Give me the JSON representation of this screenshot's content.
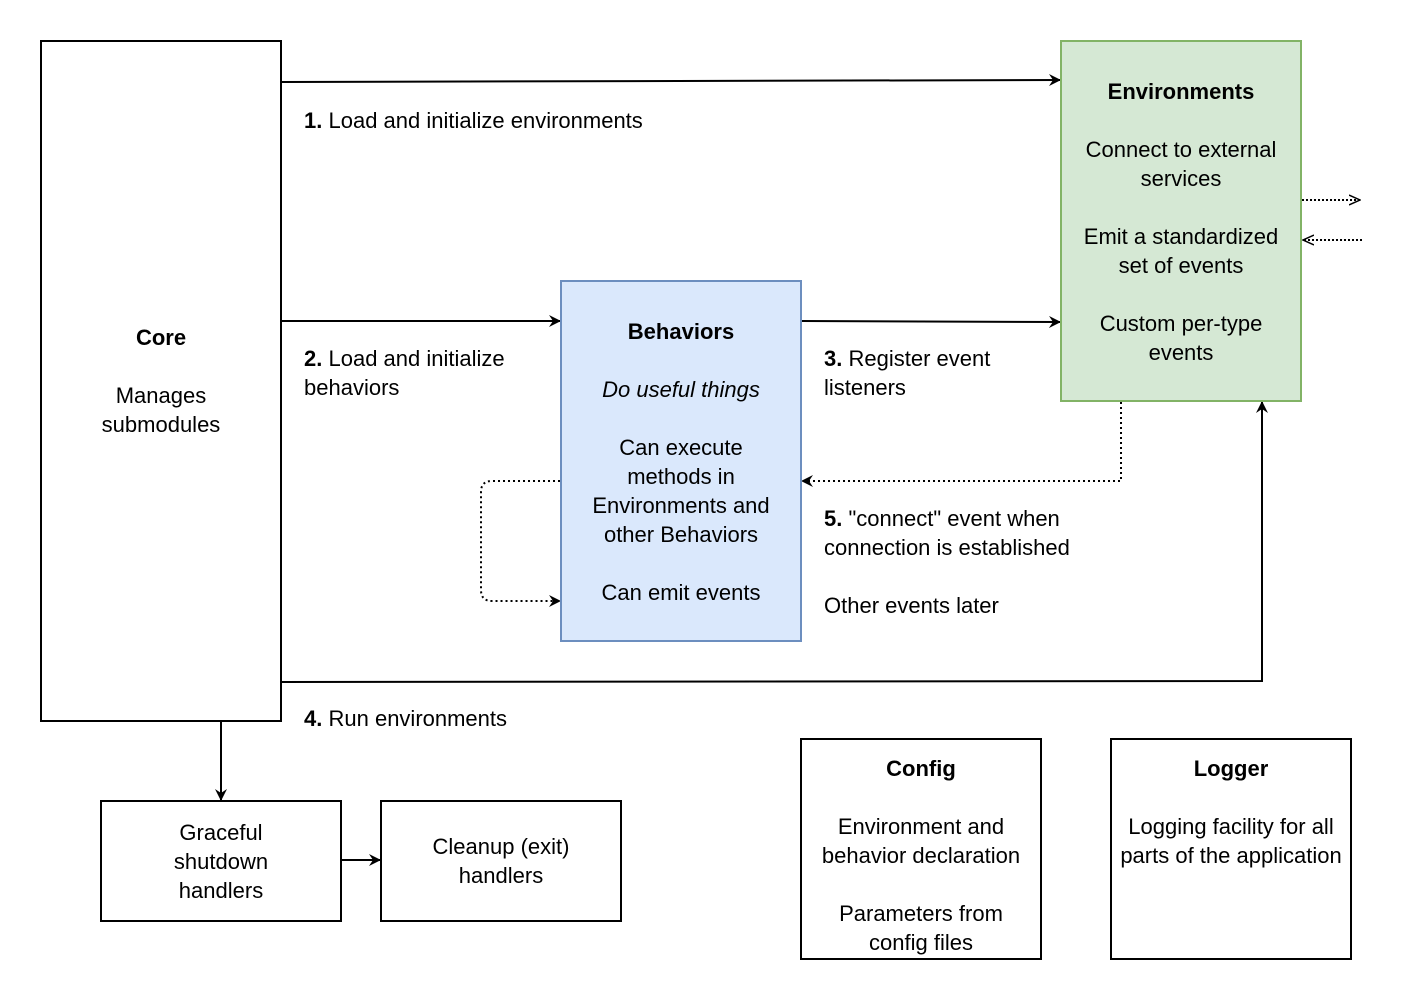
{
  "nodes": {
    "core": {
      "title": "Core",
      "desc": "Manages submodules"
    },
    "environments": {
      "title": "Environments",
      "lines": [
        "Connect to external services",
        "Emit a standardized set of events",
        "Custom per-type events"
      ]
    },
    "behaviors": {
      "title": "Behaviors",
      "italic": "Do useful things",
      "lines": [
        "Can execute methods in Environments and other Behaviors",
        "Can emit events"
      ]
    },
    "shutdown": {
      "text": "Graceful shutdown handlers"
    },
    "cleanup": {
      "text": "Cleanup (exit) handlers"
    },
    "config": {
      "title": "Config",
      "lines": [
        "Environment and behavior declaration",
        "Parameters from config files"
      ]
    },
    "logger": {
      "title": "Logger",
      "lines": [
        "Logging facility for all parts of the application"
      ]
    }
  },
  "edges": {
    "e1": {
      "num": "1.",
      "text": "Load and initialize environments"
    },
    "e2": {
      "num": "2.",
      "line1": "Load and initialize",
      "line2": "behaviors"
    },
    "e3": {
      "num": "3.",
      "line1": "Register event",
      "line2": "listeners"
    },
    "e4": {
      "num": "4.",
      "text": "Run environments"
    },
    "e5": {
      "num": "5.",
      "line1": "\"connect\" event when",
      "line2": "connection is established",
      "line3": "Other events later"
    }
  },
  "colors": {
    "environments_fill": "#d5e8d4",
    "environments_stroke": "#82b366",
    "behaviors_fill": "#dae8fc",
    "behaviors_stroke": "#6c8ebf"
  }
}
